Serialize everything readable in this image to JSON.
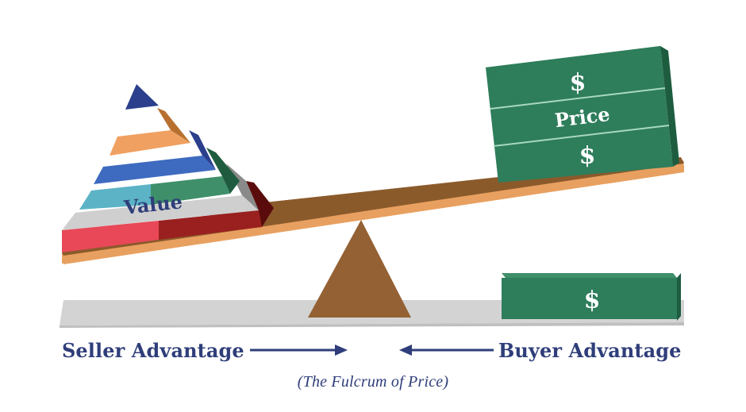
{
  "pyramid": {
    "label": "Value"
  },
  "price_block": {
    "top_symbol": "$",
    "label": "Price",
    "bottom_symbol": "$"
  },
  "ground_block": {
    "symbol": "$"
  },
  "labels": {
    "seller": "Seller Advantage",
    "buyer": "Buyer Advantage",
    "caption": "(The Fulcrum of Price)"
  },
  "colors": {
    "plank_top": "#8b5a2b",
    "plank_edge": "#e8a060",
    "fulcrum": "#946134",
    "money_green": "#2e7d5b",
    "money_dark": "#1e5c40",
    "ground": "#d3d3d3",
    "text_navy": "#2f3e7a"
  }
}
